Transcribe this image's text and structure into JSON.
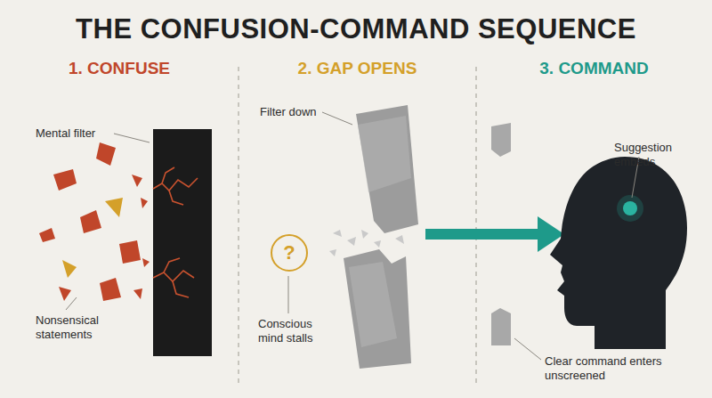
{
  "diagram": {
    "title": "THE CONFUSION-COMMAND SEQUENCE",
    "nodes": [
      {
        "text": [
          "?"
        ]
      }
    ],
    "labels": [
      "1. CONFUSE",
      "Mental filter",
      "Nonsensical statements",
      "2. GAP OPENS",
      "Filter down",
      "Conscious mind stalls",
      "3. COMMAND",
      "Suggestion embeds",
      "Clear command enters unscreened"
    ]
  }
}
